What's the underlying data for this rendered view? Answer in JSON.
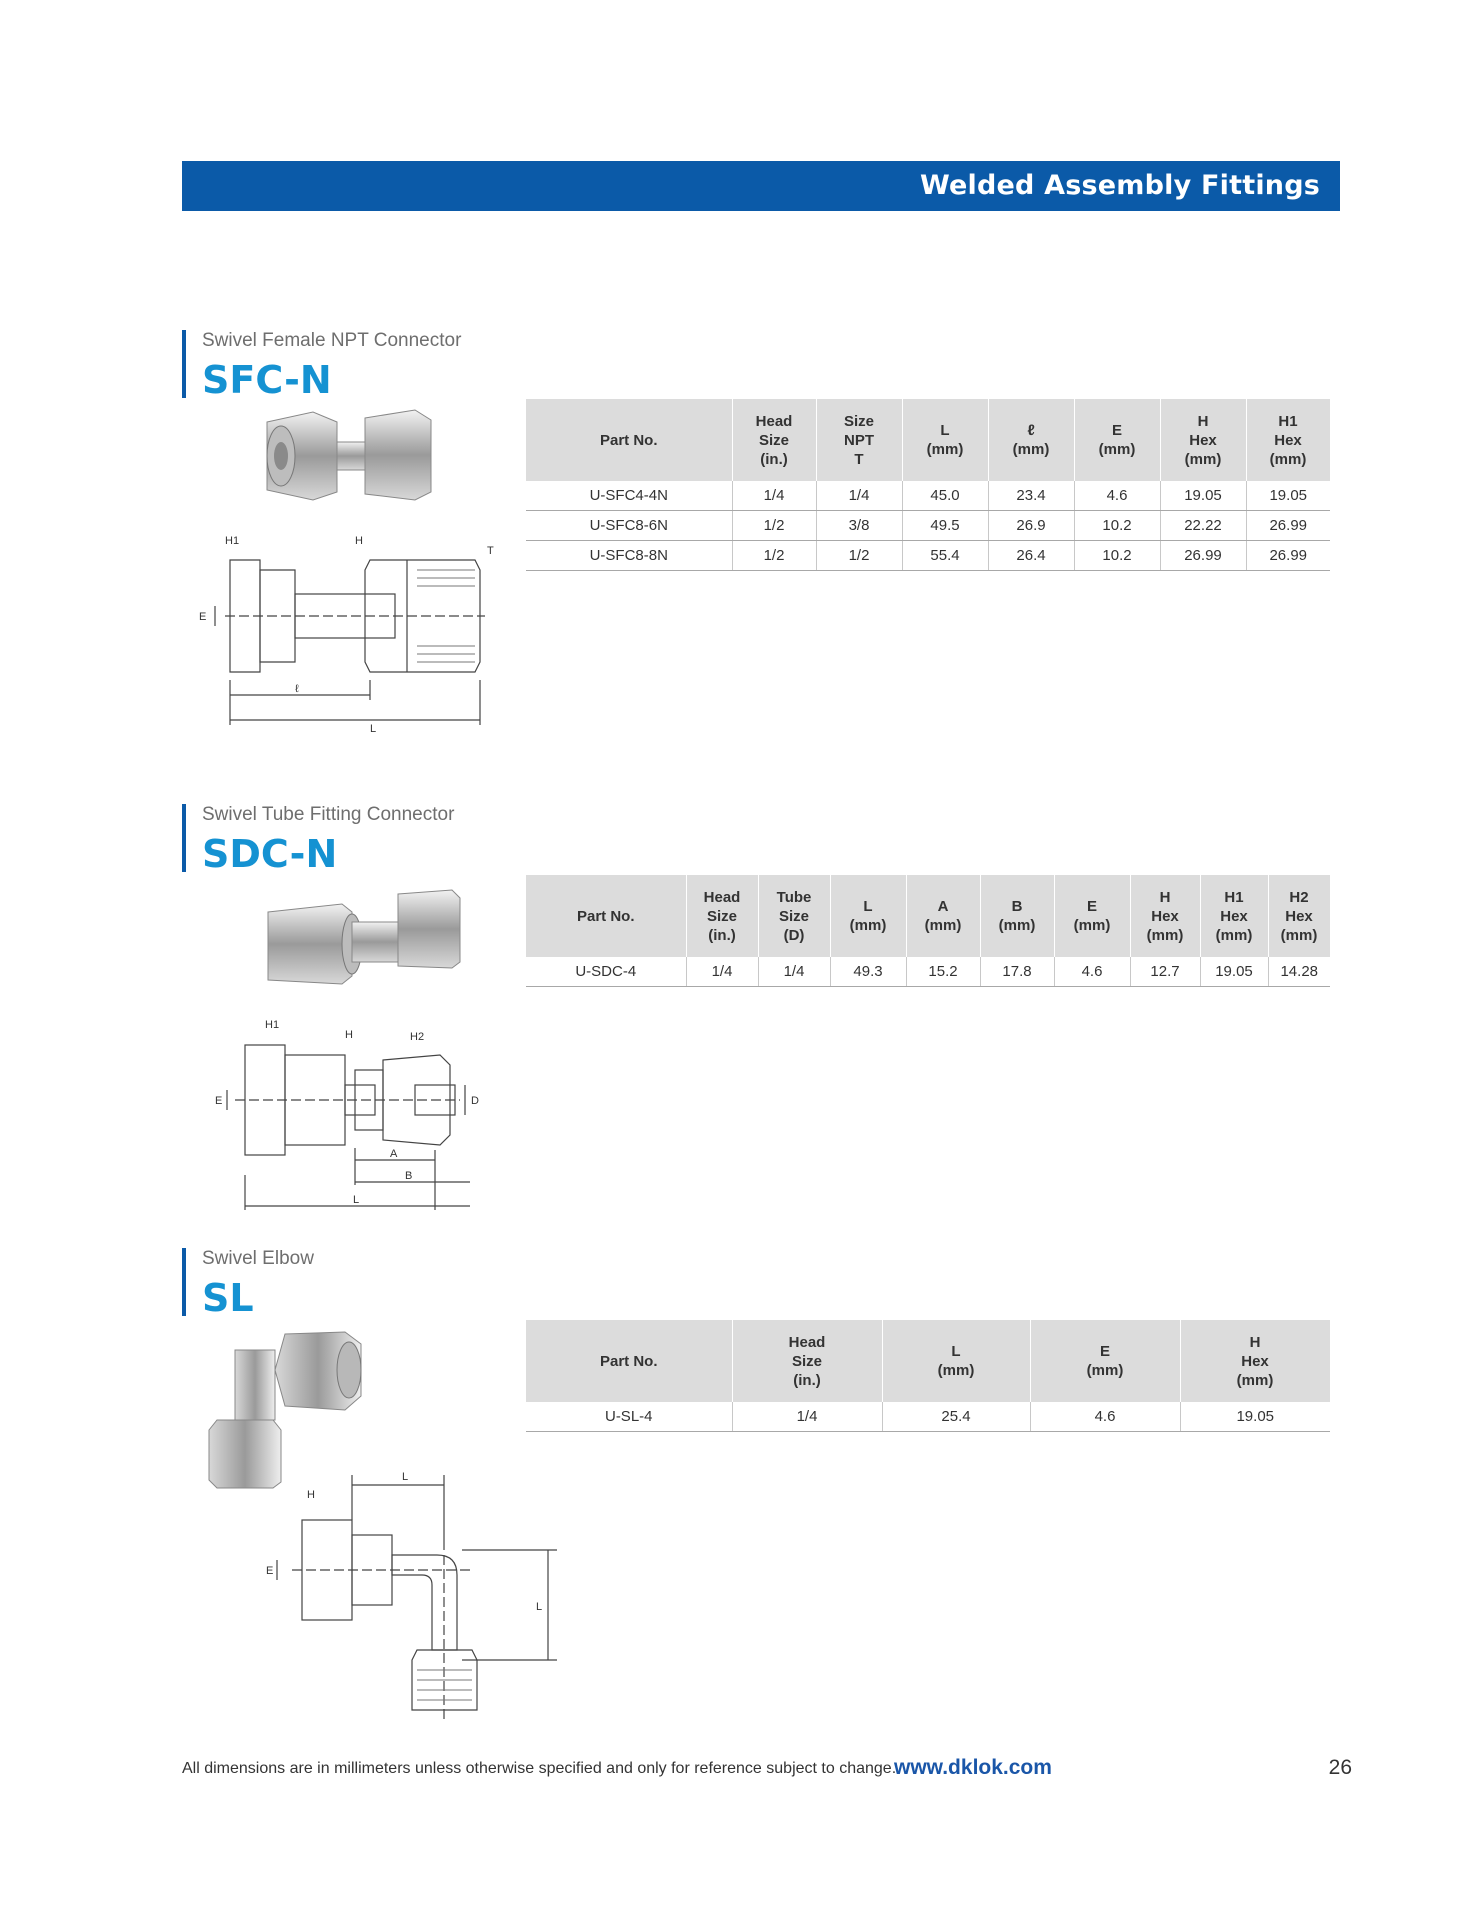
{
  "header": {
    "title": "Welded Assembly Fittings"
  },
  "sections": [
    {
      "subtitle": "Swivel Female NPT Connector",
      "code": "SFC-N",
      "columns": [
        "Part No.",
        "Head\nSize\n(in.)",
        "Size\nNPT\nT",
        "L\n(mm)",
        "ℓ\n(mm)",
        "E\n(mm)",
        "H\nHex\n(mm)",
        "H1\nHex\n(mm)"
      ],
      "rows": [
        [
          "U-SFC4-4N",
          "1/4",
          "1/4",
          "45.0",
          "23.4",
          "4.6",
          "19.05",
          "19.05"
        ],
        [
          "U-SFC8-6N",
          "1/2",
          "3/8",
          "49.5",
          "26.9",
          "10.2",
          "22.22",
          "26.99"
        ],
        [
          "U-SFC8-8N",
          "1/2",
          "1/2",
          "55.4",
          "26.4",
          "10.2",
          "26.99",
          "26.99"
        ]
      ],
      "drawing_labels": [
        "H1",
        "H",
        "T",
        "E",
        "ℓ",
        "L"
      ]
    },
    {
      "subtitle": "Swivel Tube Fitting Connector",
      "code": "SDC-N",
      "columns": [
        "Part No.",
        "Head\nSize\n(in.)",
        "Tube\nSize\n(D)",
        "L\n(mm)",
        "A\n(mm)",
        "B\n(mm)",
        "E\n(mm)",
        "H\nHex\n(mm)",
        "H1\nHex\n(mm)",
        "H2\nHex\n(mm)"
      ],
      "rows": [
        [
          "U-SDC-4",
          "1/4",
          "1/4",
          "49.3",
          "15.2",
          "17.8",
          "4.6",
          "12.7",
          "19.05",
          "14.28"
        ]
      ],
      "drawing_labels": [
        "H1",
        "H",
        "H2",
        "E",
        "D",
        "A",
        "B",
        "L"
      ]
    },
    {
      "subtitle": "Swivel Elbow",
      "code": "SL",
      "columns": [
        "Part No.",
        "Head\nSize\n(in.)",
        "L\n(mm)",
        "E\n(mm)",
        "H\nHex\n(mm)"
      ],
      "rows": [
        [
          "U-SL-4",
          "1/4",
          "25.4",
          "4.6",
          "19.05"
        ]
      ],
      "drawing_labels": [
        "L",
        "H",
        "E",
        "L"
      ]
    }
  ],
  "footer": {
    "note": "All dimensions are in millimeters unless otherwise specified and only for reference subject to change.",
    "url": "www.dklok.com",
    "page": "26"
  }
}
